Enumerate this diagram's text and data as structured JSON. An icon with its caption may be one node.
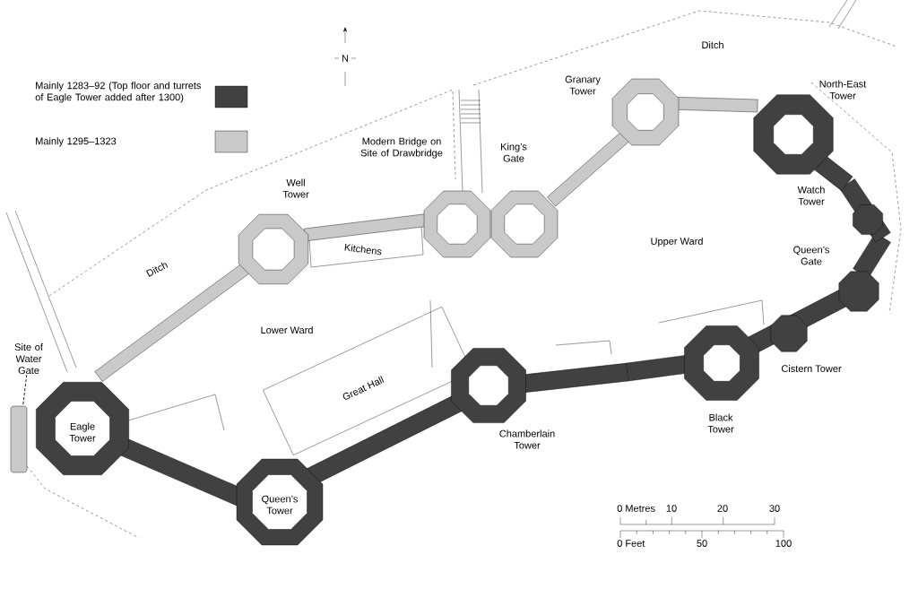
{
  "diagram": {
    "nodes": [
      {
        "text": [
          "Site of Water Gate"
        ]
      },
      {
        "text": [],
        "shape": "box"
      }
    ],
    "edges": [
      {
        "from": 0,
        "to": 1,
        "arrow": "none",
        "style": "dashed"
      }
    ],
    "labels": [
      "N",
      "Ditch",
      "Granary Tower",
      "North-East Tower",
      "Modern Bridge on Site of Drawbridge",
      "King’s Gate",
      "Well Tower",
      "Kitchens",
      "Upper Ward",
      "Watch Tower",
      "Ditch",
      "Queen’s Gate",
      "Lower Ward",
      "Cistern Tower",
      "Great Hall",
      "Eagle Tower",
      "Black Tower",
      "Chamberlain Tower",
      "Queen’s Tower",
      "0 Metres",
      "10",
      "20",
      "30",
      "0 Feet",
      "50",
      "100"
    ],
    "legend": [
      {
        "text": "Mainly 1283–92 (Top floor and turrets of Eagle Tower added after 1300)",
        "color": "#414141"
      },
      {
        "text": "Mainly 1295–1323"
      }
    ]
  }
}
